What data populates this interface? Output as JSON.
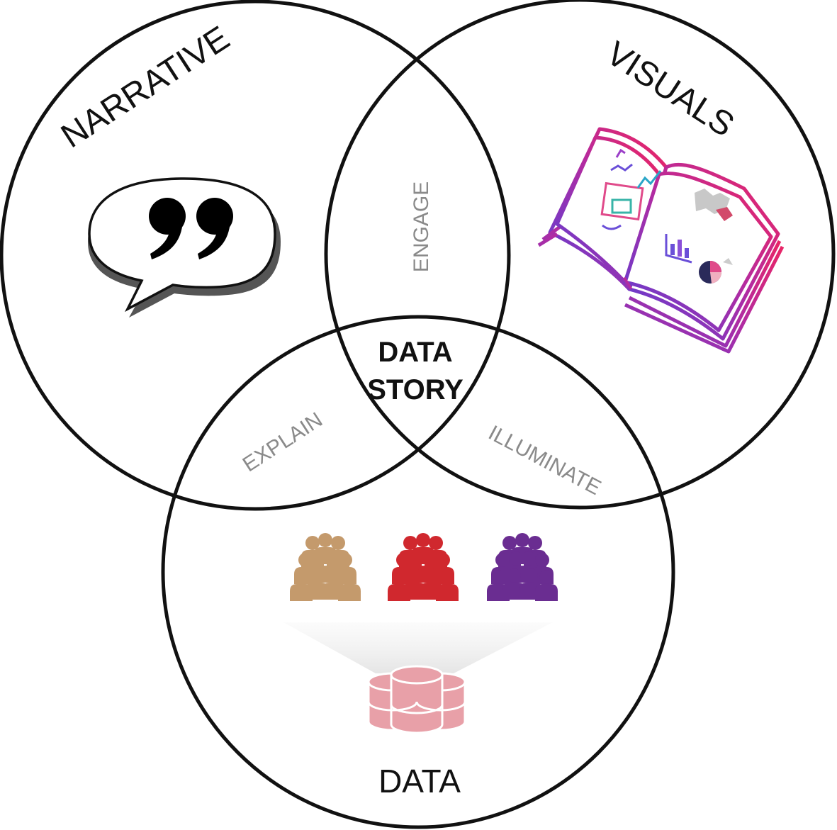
{
  "diagram": {
    "sets": {
      "narrative": "NARRATIVE",
      "visuals": "VISUALS",
      "data": "DATA"
    },
    "overlaps": {
      "narrative_visuals": "ENGAGE",
      "narrative_data": "EXPLAIN",
      "visuals_data": "ILLUMINATE"
    },
    "center": {
      "line1": "DATA",
      "line2": "STORY"
    },
    "icons": {
      "narrative": "speech-bubble-quote-icon",
      "visuals": "open-book-charts-icon",
      "data_people": [
        "people-group-icon",
        "people-group-icon",
        "people-group-icon"
      ],
      "data_source": "database-stack-icon"
    },
    "colors": {
      "circle_stroke": "#111111",
      "overlap_text": "#8a8a8a",
      "people_tan": "#c49a6c",
      "people_red": "#d0282e",
      "people_purple": "#6a2d91",
      "database": "#e8a0a8",
      "book_gradient_start": "#6a3fd6",
      "book_gradient_end": "#f0245e"
    }
  }
}
